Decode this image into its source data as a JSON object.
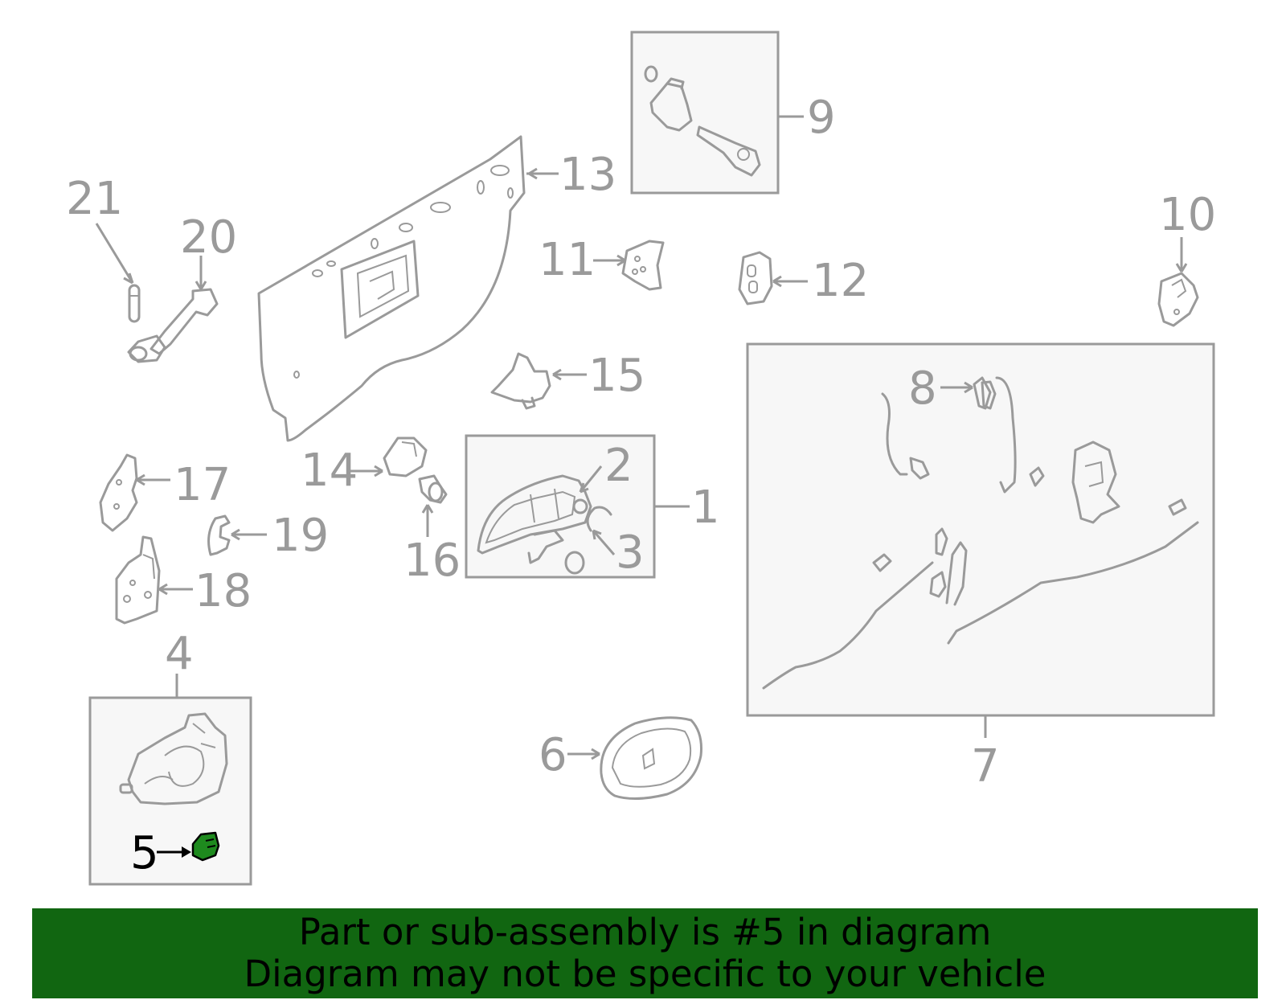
{
  "diagram": {
    "highlight_color": "#116611",
    "line_color": "#9a9a9a",
    "callouts": [
      {
        "id": "c1",
        "text": "1"
      },
      {
        "id": "c2",
        "text": "2"
      },
      {
        "id": "c3",
        "text": "3"
      },
      {
        "id": "c4",
        "text": "4"
      },
      {
        "id": "c5",
        "text": "5"
      },
      {
        "id": "c6",
        "text": "6"
      },
      {
        "id": "c7",
        "text": "7"
      },
      {
        "id": "c8",
        "text": "8"
      },
      {
        "id": "c9",
        "text": "9"
      },
      {
        "id": "c10",
        "text": "10"
      },
      {
        "id": "c11",
        "text": "11"
      },
      {
        "id": "c12",
        "text": "12"
      },
      {
        "id": "c13",
        "text": "13"
      },
      {
        "id": "c14",
        "text": "14"
      },
      {
        "id": "c15",
        "text": "15"
      },
      {
        "id": "c16",
        "text": "16"
      },
      {
        "id": "c17",
        "text": "17"
      },
      {
        "id": "c18",
        "text": "18"
      },
      {
        "id": "c19",
        "text": "19"
      },
      {
        "id": "c20",
        "text": "20"
      },
      {
        "id": "c21",
        "text": "21"
      }
    ]
  },
  "banner": {
    "line1": "Part or sub-assembly is #5 in diagram",
    "line2": "Diagram may not be specific to your vehicle"
  }
}
